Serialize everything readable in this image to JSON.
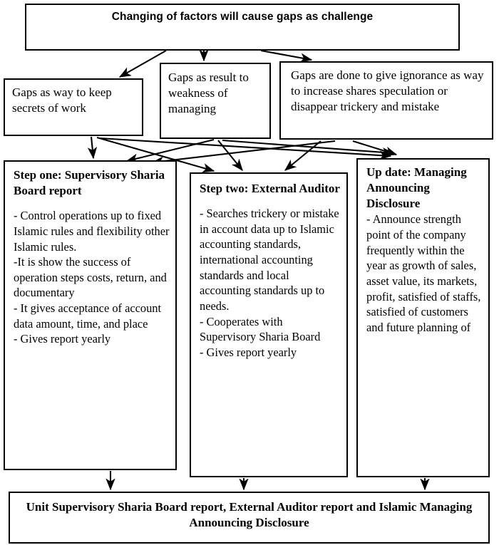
{
  "diagram": {
    "title_box": {
      "text": "Changing of factors will cause gaps as challenge"
    },
    "gap_boxes": [
      {
        "name": "gap-secrets",
        "text": "Gaps  as way to keep secrets of work"
      },
      {
        "name": "gap-weakness",
        "text": "Gaps as result to weakness of managing"
      },
      {
        "name": "gap-ignorance",
        "text": "Gaps are done  to give ignorance as way to increase shares speculation or disappear trickery and mistake"
      }
    ],
    "step_boxes": [
      {
        "name": "step-one",
        "heading": "Step one: Supervisory Sharia Board report",
        "body": "- Control operations up to fixed Islamic rules and flexibility other Islamic rules.\n-It is show the success of operation steps costs, return, and documentary\n- It gives acceptance of account data amount, time, and place\n- Gives report yearly"
      },
      {
        "name": "step-two",
        "heading": "Step two: External Auditor",
        "body": "- Searches trickery or mistake in account data up to Islamic accounting standards, international accounting standards and local accounting standards up to needs.\n- Cooperates with Supervisory Sharia Board\n- Gives report yearly"
      },
      {
        "name": "update-disclosure",
        "heading": "Up date: Managing Announcing Disclosure",
        "body": " - Announce strength point of the company frequently within the year as growth of sales, asset value, its markets, profit, satisfied of staffs, satisfied of customers and future planning of"
      }
    ],
    "bottom_box": {
      "text": "Unit Supervisory Sharia Board report, External Auditor report and Islamic Managing Announcing Disclosure"
    },
    "colors": {
      "stroke": "#000000",
      "background": "#ffffff",
      "text": "#000000"
    }
  }
}
